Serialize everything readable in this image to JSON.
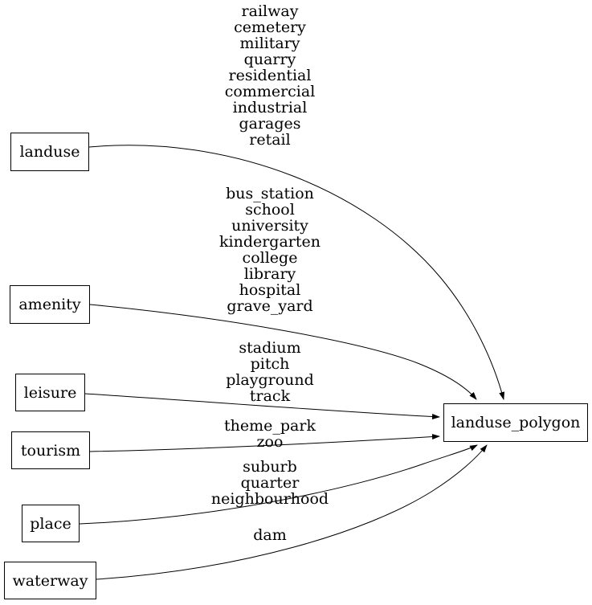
{
  "diagram": {
    "target": {
      "label": "landuse_polygon"
    },
    "sources": [
      {
        "label": "landuse",
        "values": [
          "railway",
          "cemetery",
          "military",
          "quarry",
          "residential",
          "commercial",
          "industrial",
          "garages",
          "retail"
        ]
      },
      {
        "label": "amenity",
        "values": [
          "bus_station",
          "school",
          "university",
          "kindergarten",
          "college",
          "library",
          "hospital",
          "grave_yard"
        ]
      },
      {
        "label": "leisure",
        "values": [
          "stadium",
          "pitch",
          "playground",
          "track"
        ]
      },
      {
        "label": "tourism",
        "values": [
          "theme_park",
          "zoo"
        ]
      },
      {
        "label": "place",
        "values": [
          "suburb",
          "quarter",
          "neighbourhood"
        ]
      },
      {
        "label": "waterway",
        "values": [
          "dam"
        ]
      }
    ],
    "colors": {
      "background": "#ffffff",
      "node_border": "#000000",
      "edge": "#000000",
      "text": "#000000"
    }
  }
}
